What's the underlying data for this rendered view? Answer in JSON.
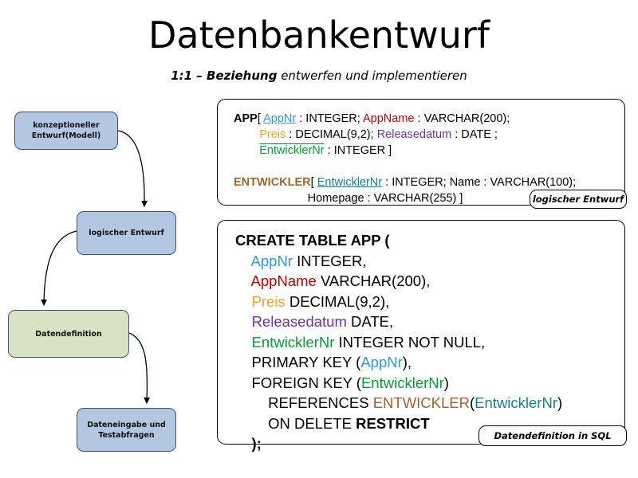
{
  "slide": {
    "title": "Datenbankentwurf",
    "subtitle_bold": "1:1 – Beziehung",
    "subtitle_rest": " entwerfen und implementieren"
  },
  "flowchart": {
    "nodes": [
      {
        "id": "konzeptioneller-entwurf",
        "line1": "konzeptioneller",
        "line2": "Entwurf(Modell)",
        "color": "#b4c7e2"
      },
      {
        "id": "logischer-entwurf",
        "line1": "logischer Entwurf",
        "line2": "",
        "color": "#b4c7e2"
      },
      {
        "id": "datendefinition",
        "line1": "Datendefinition",
        "line2": "",
        "color": "#d7e3c3"
      },
      {
        "id": "dateneingabe-testabfragen",
        "line1": "Dateneingabe und",
        "line2": "Testabfragen",
        "color": "#b4c7e2"
      }
    ],
    "arrows": 3
  },
  "logical_design": {
    "callout_label": "logischer Entwurf",
    "lines": [
      [
        {
          "text": "APP",
          "color": "#000000",
          "bold": true
        },
        {
          "text": "[ ",
          "color": "#000000"
        },
        {
          "text": "AppNr",
          "color": "#2f9bd8",
          "underline": true
        },
        {
          "text": " : INTEGER; ",
          "color": "#000000"
        },
        {
          "text": "AppName",
          "color": "#c00000"
        },
        {
          "text": " : VARCHAR(200);",
          "color": "#000000"
        }
      ],
      [
        {
          "text": "        ",
          "color": "#000000"
        },
        {
          "text": "Preis",
          "color": "#f0a022"
        },
        {
          "text": " : DECIMAL(9,2); ",
          "color": "#000000"
        },
        {
          "text": "Releasedatum",
          "color": "#7030a0"
        },
        {
          "text": " : DATE ;",
          "color": "#000000"
        }
      ],
      [
        {
          "text": "        ",
          "color": "#000000"
        },
        {
          "text": "EntwicklerNr",
          "color": "#00a033",
          "overline": true
        },
        {
          "text": " : INTEGER ]",
          "color": "#000000"
        }
      ],
      [
        {
          "text": " ",
          "color": "#000000"
        }
      ],
      [
        {
          "text": "ENTWICKLER",
          "color": "#a0642a",
          "bold": true
        },
        {
          "text": "[ ",
          "color": "#000000"
        },
        {
          "text": "EntwicklerNr",
          "color": "#0f8394",
          "underline": true
        },
        {
          "text": " : INTEGER; Name : VARCHAR(100);",
          "color": "#000000"
        }
      ],
      [
        {
          "text": "                       Homepage : VARCHAR(255) ]",
          "color": "#000000"
        }
      ]
    ]
  },
  "sql_definition": {
    "callout_label": "Datendefinition in SQL",
    "lines": [
      [
        {
          "text": "CREATE TABLE APP (",
          "color": "#000000",
          "bold": true
        }
      ],
      [
        {
          "text": "    ",
          "color": "#000000"
        },
        {
          "text": "AppNr",
          "color": "#2f9bd8"
        },
        {
          "text": " INTEGER,",
          "color": "#000000"
        }
      ],
      [
        {
          "text": "    ",
          "color": "#000000"
        },
        {
          "text": "AppName",
          "color": "#c00000"
        },
        {
          "text": " VARCHAR(200),",
          "color": "#000000"
        }
      ],
      [
        {
          "text": "    ",
          "color": "#000000"
        },
        {
          "text": "Preis",
          "color": "#f0a022"
        },
        {
          "text": " DECIMAL(9,2),",
          "color": "#000000"
        }
      ],
      [
        {
          "text": "    ",
          "color": "#000000"
        },
        {
          "text": "Releasedatum",
          "color": "#7030a0"
        },
        {
          "text": " DATE,",
          "color": "#000000"
        }
      ],
      [
        {
          "text": "    ",
          "color": "#000000"
        },
        {
          "text": "EntwicklerNr",
          "color": "#00a033"
        },
        {
          "text": " INTEGER NOT NULL,",
          "color": "#000000"
        }
      ],
      [
        {
          "text": "    PRIMARY KEY (",
          "color": "#000000"
        },
        {
          "text": "AppNr",
          "color": "#2f9bd8"
        },
        {
          "text": "),",
          "color": "#000000"
        }
      ],
      [
        {
          "text": "    FOREIGN KEY (",
          "color": "#000000"
        },
        {
          "text": "EntwicklerNr",
          "color": "#00a033"
        },
        {
          "text": ")",
          "color": "#000000"
        }
      ],
      [
        {
          "text": "        REFERENCES ",
          "color": "#000000"
        },
        {
          "text": "ENTWICKLER",
          "color": "#a0642a"
        },
        {
          "text": "(",
          "color": "#000000"
        },
        {
          "text": "EntwicklerNr",
          "color": "#0f8394"
        },
        {
          "text": ")",
          "color": "#000000"
        }
      ],
      [
        {
          "text": "        ON DELETE ",
          "color": "#000000"
        },
        {
          "text": "RESTRICT",
          "color": "#000000",
          "bold": true
        }
      ],
      [
        {
          "text": "    );",
          "color": "#000000",
          "bold": true
        }
      ]
    ]
  }
}
